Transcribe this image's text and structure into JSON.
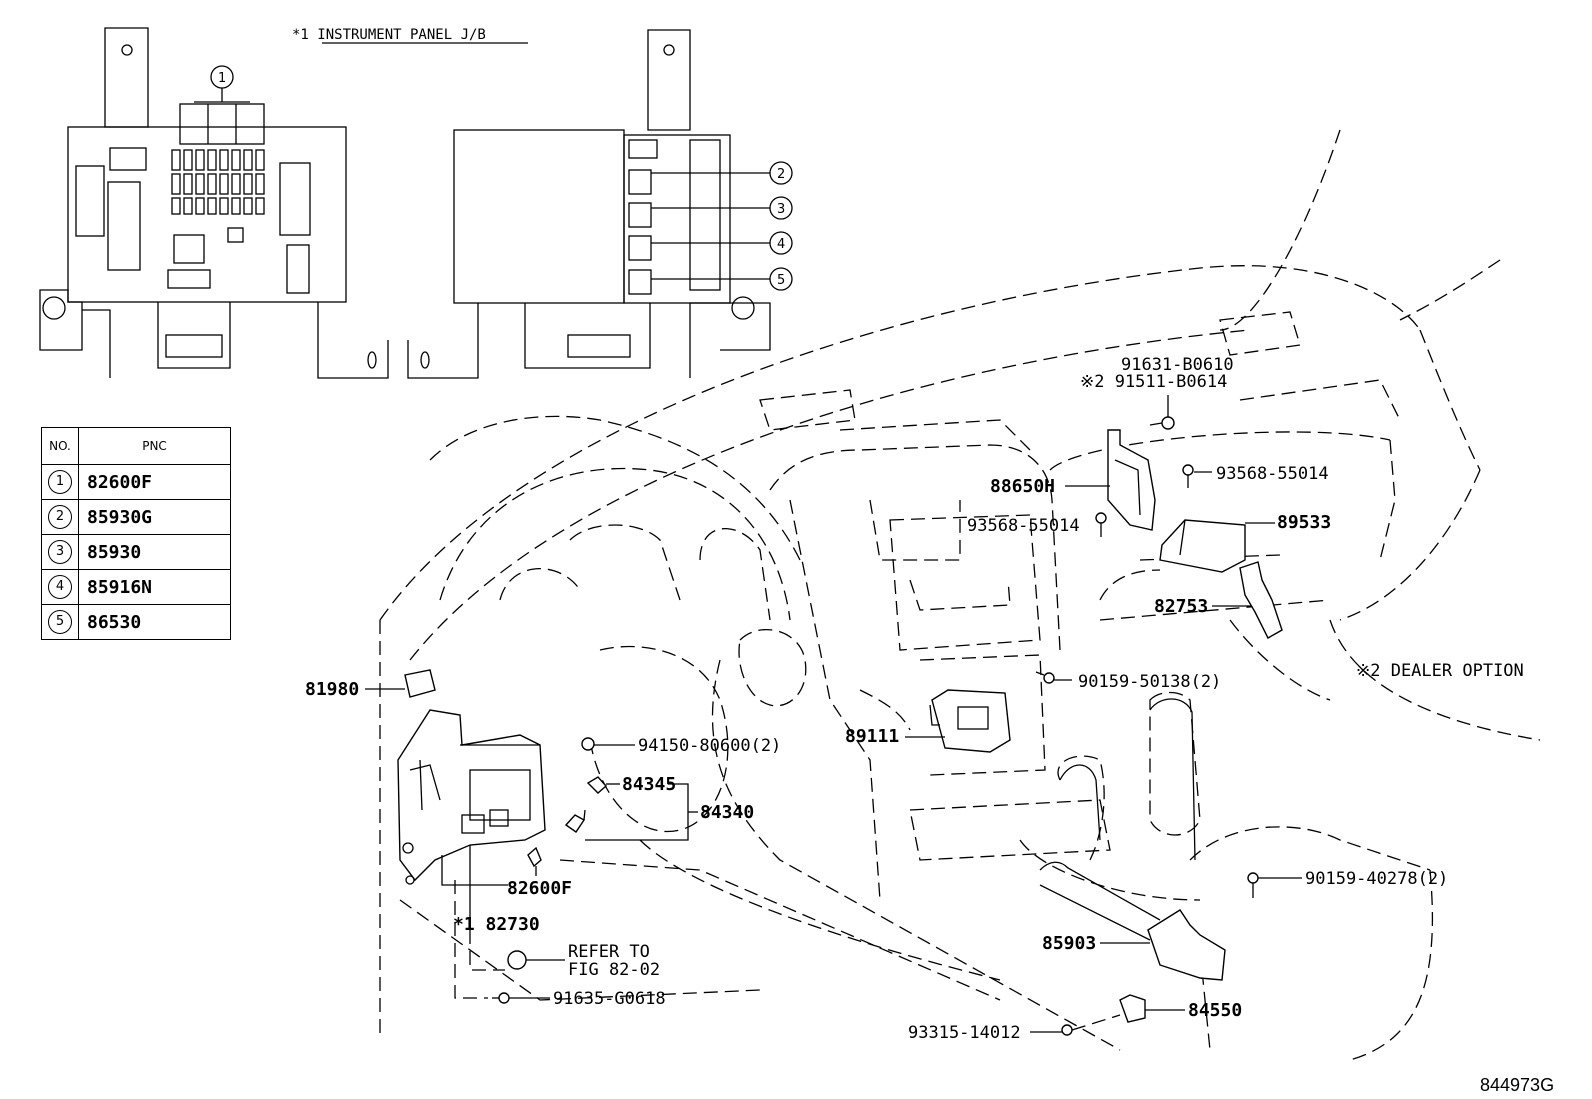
{
  "header": {
    "title": "*1 INSTRUMENT PANEL J/B"
  },
  "table": {
    "headers": [
      "NO.",
      "PNC"
    ],
    "rows": [
      {
        "no": "1",
        "pnc": "82600F"
      },
      {
        "no": "2",
        "pnc": "85930G"
      },
      {
        "no": "3",
        "pnc": "85930"
      },
      {
        "no": "4",
        "pnc": "85916N"
      },
      {
        "no": "5",
        "pnc": "86530"
      }
    ]
  },
  "callouts": {
    "c1": "1",
    "c2": "2",
    "c3": "3",
    "c4": "4",
    "c5": "5"
  },
  "parts": {
    "p91631": "91631-B0610",
    "p91511": "※2 91511-B0614",
    "p93568a": "93568-55014",
    "p88650": "88650H",
    "p93568b": "93568-55014",
    "p89533": "89533",
    "p82753": "82753",
    "p90159a": "90159-50138(2)",
    "p89111": "89111",
    "p81980": "81980",
    "p94150": "94150-80600(2)",
    "p84345": "84345",
    "p84340": "84340",
    "p82600": "82600F",
    "p82730": "*1 82730",
    "refer1": "REFER TO",
    "refer2": "FIG 82-02",
    "p91635": "91635-G0618",
    "p90159b": "90159-40278(2)",
    "p85903": "85903",
    "p84550": "84550",
    "p93315": "93315-14012"
  },
  "note": "※2 DEALER OPTION",
  "ref_code": "844973G"
}
